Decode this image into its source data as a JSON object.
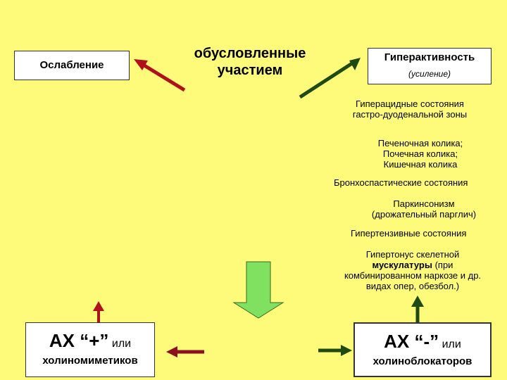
{
  "top": {
    "weakening": "Ослабление",
    "middle_line1": "обусловленные",
    "middle_line2": "участием",
    "hyper_title": "Гиперактивность",
    "hyper_sub": "(усиление)"
  },
  "conditions": {
    "gi_line1": "Гиперацидные состояния",
    "gi_line2": "гастро-дуоденальной зоны",
    "colic_line1": "Печеночная колика;",
    "colic_line2": "Почечная колика;",
    "colic_line3": "Кишечная колика",
    "broncho": "Бронхоспастические состояния",
    "parkinson_line1": "Паркинсонизм",
    "parkinson_line2": "(дрожательный парглич)",
    "hypertensive": "Гипертензивные состояния",
    "muscle_line1": "Гипертонус скелетной",
    "muscle_line2_bold": "мускулатуры",
    "muscle_line2_rest": " (при",
    "muscle_line3": "комбинированном наркозе и др.",
    "muscle_line4": "видах опер, обезбол.)"
  },
  "bottom": {
    "left_big": "АХ “+”",
    "left_small": "или",
    "left_sub": "холиномиметиков",
    "right_big": "АХ “-”",
    "right_small": "или",
    "right_sub": "холиноблокаторов"
  },
  "colors": {
    "background": "#fffb7a",
    "red_arrow": "#b0101c",
    "dark_red_arrow": "#8b1020",
    "green_arrow": "#1f4a14",
    "light_green_arrow": "#80e060"
  }
}
